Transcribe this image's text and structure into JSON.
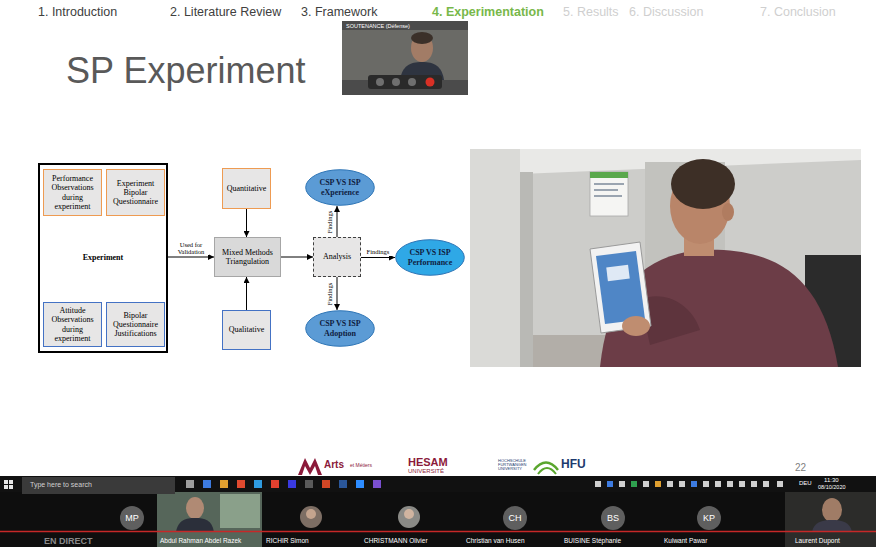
{
  "diagram": {
    "title": "SP Experiment",
    "nodes": [
      {
        "text": [
          "Experiment"
        ]
      },
      {
        "text": [
          "Performance Observations during experiment"
        ],
        "in": 0
      },
      {
        "text": [
          "Experiment Bipolar Questionnaire"
        ],
        "in": 0
      },
      {
        "text": [
          "Attitude Observations during experiment"
        ],
        "in": 0
      },
      {
        "text": [
          "Bipolar Questionnaire Justifications"
        ],
        "in": 0
      },
      {
        "text": [
          "Quantitative"
        ]
      },
      {
        "text": [
          "Mixed Methods Triangulation"
        ]
      },
      {
        "text": [
          "Qualitative"
        ]
      },
      {
        "text": [
          "Analysis"
        ]
      },
      {
        "text": [
          "CSP VS ISP eXperience"
        ]
      },
      {
        "text": [
          "CSP VS ISP Performance"
        ]
      },
      {
        "text": [
          "CSP VS ISP Adoption"
        ]
      },
      {
        "text": [
          "Type here to search"
        ]
      },
      {
        "text": [
          "MP"
        ]
      },
      {
        "text": [
          "CH"
        ]
      },
      {
        "text": [
          "BS"
        ]
      },
      {
        "text": [
          "KP"
        ]
      }
    ],
    "edges": [
      {
        "from": 0,
        "to": 6,
        "label": "Used for Validation",
        "arrow": "to"
      },
      {
        "from": 5,
        "to": 6,
        "arrow": "to"
      },
      {
        "from": 7,
        "to": 6,
        "arrow": "to"
      },
      {
        "from": 6,
        "to": 8,
        "arrow": "to"
      },
      {
        "from": 8,
        "to": 9,
        "label": "Findings",
        "arrow": "to"
      },
      {
        "from": 8,
        "to": 10,
        "label": "Findings",
        "arrow": "to"
      },
      {
        "from": 8,
        "to": 11,
        "label": "Findings",
        "arrow": "to"
      }
    ],
    "labels": [
      "1. Introduction",
      "2. Literature Review",
      "3. Framework",
      "4. Experimentation",
      "5. Results",
      "6. Discussion",
      "7. Conclusion",
      "SOUTENANCE (Défense)",
      "Arts",
      "et Métiers",
      "HESAM",
      "UNIVERSITÉ",
      "HOCHSCHULE FURTWANGEN UNIVERSITY",
      "HFU",
      "22",
      "DEU",
      "11:30",
      "08/10/2020",
      "EN DIRECT",
      "Abdul Rahman Abdel Razek",
      "RICHIR Simon",
      "CHRISTMANN Olivier",
      "Christian van Husen",
      "BUISINE Stéphanie",
      "Kulwant Pawar",
      "Laurent Dupont"
    ]
  }
}
